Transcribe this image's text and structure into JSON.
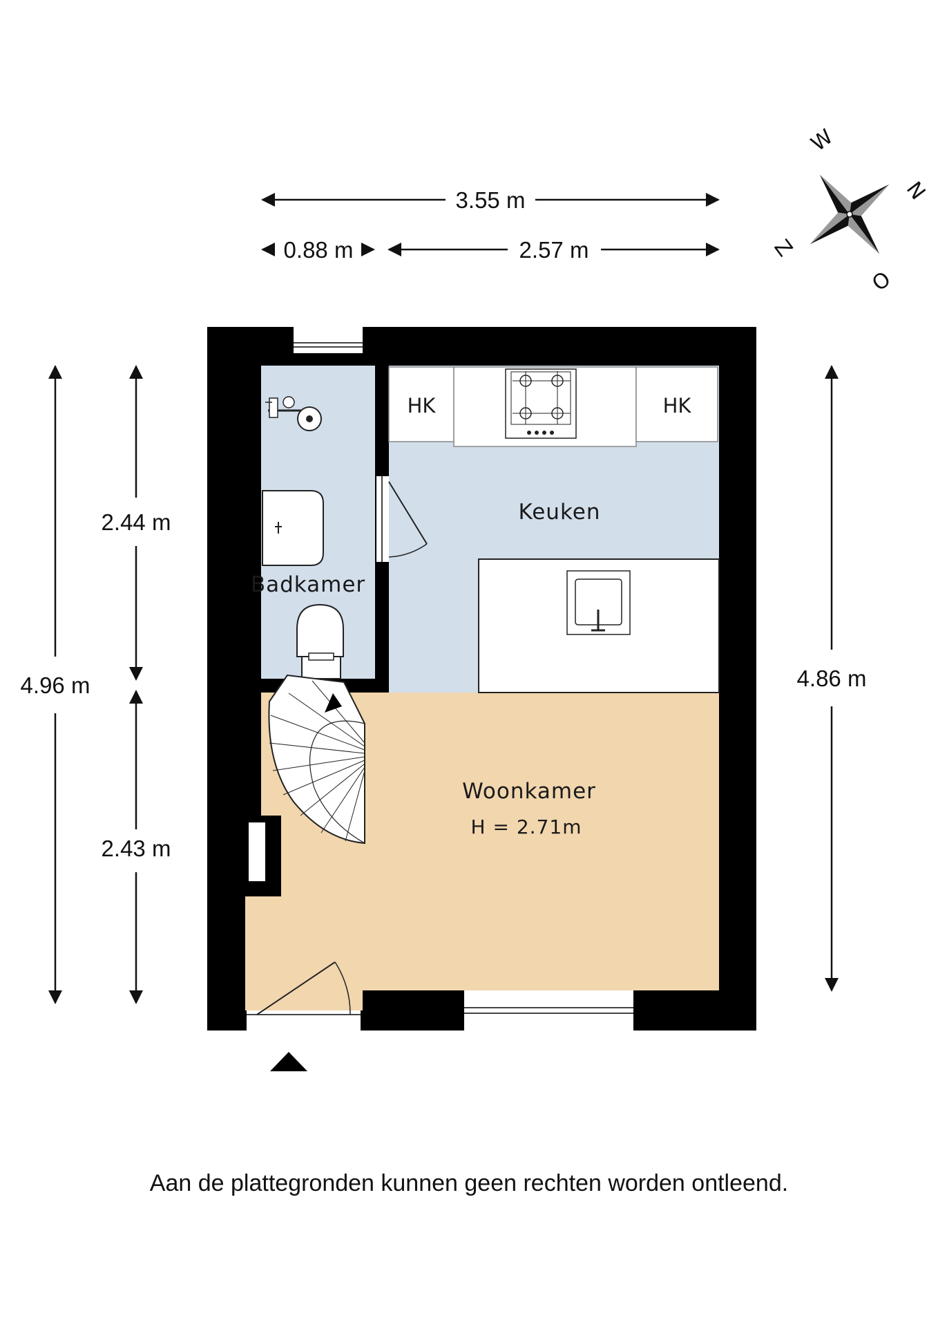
{
  "dimensions": {
    "top_total": "3.55 m",
    "top_left": "0.88 m",
    "top_right": "2.57 m",
    "left_total": "4.96 m",
    "left_upper": "2.44 m",
    "left_lower": "2.43 m",
    "right_total": "4.86 m"
  },
  "rooms": {
    "keuken": "Keuken",
    "badkamer": "Badkamer",
    "woonkamer": "Woonkamer",
    "height": "H = 2.71m"
  },
  "fixtures": {
    "hk_left": "HK",
    "hk_right": "HK"
  },
  "compass": {
    "w": "W",
    "n": "N",
    "z": "Z",
    "o": "O"
  },
  "colors": {
    "wall": "#000000",
    "wet_room": "#d3deeb",
    "living_room": "#f1d6ae"
  },
  "disclaimer": "Aan de plattegronden kunnen geen rechten worden ontleend."
}
